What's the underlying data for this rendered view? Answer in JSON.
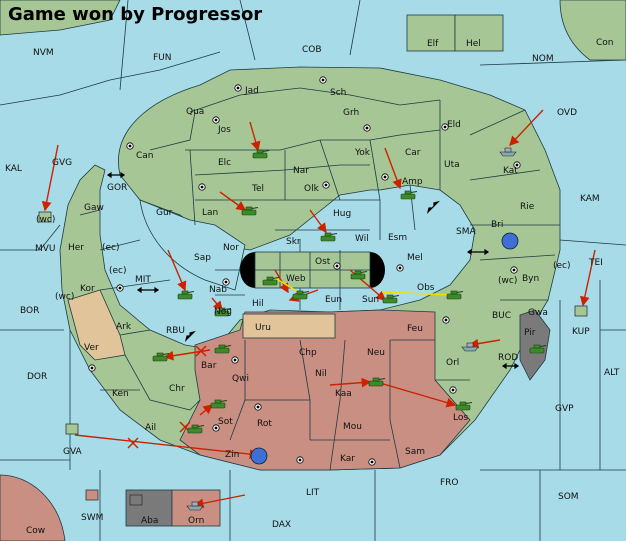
{
  "title": "Game won by Progressor",
  "colors": {
    "sea": "#a7dbe8",
    "land": "#a6c795",
    "owned_red": "#c98f82",
    "neutral_tan": "#e2c49a",
    "impassable": "#7a7a7a",
    "arrow": "#cc2200",
    "support": "#f0e000",
    "unit": "#3d8a2a"
  },
  "territories": {
    "Elf": "Elf",
    "Hel": "Hel",
    "Con": "Con",
    "NVM": "NVM",
    "FUN": "FUN",
    "COB": "COB",
    "NOM": "NOM",
    "Jad": "Jad",
    "Sch": "Sch",
    "Qua": "Qua",
    "Jos": "Jos",
    "Grh": "Grh",
    "Eld": "Eld",
    "OVD": "OVD",
    "Can": "Can",
    "Yok": "Yok",
    "Car": "Car",
    "Elc": "Elc",
    "Nar": "Nar",
    "Uta": "Uta",
    "KAL": "KAL",
    "GVG": "GVG",
    "Kat": "Kat",
    "Tel": "Tel",
    "Olk": "Olk",
    "Amp": "Amp",
    "GOR": "GOR",
    "KAM": "KAM",
    "Gaw": "Gaw",
    "Gur": "Gur",
    "Lan": "Lan",
    "Hug": "Hug",
    "Rie": "Rie",
    "Bri": "Bri",
    "MVU": "MVU",
    "wc": "(wc)",
    "SMA": "SMA",
    "Wil": "Wil",
    "Esm": "Esm",
    "Her": "Her",
    "ec": "(ec)",
    "Nor": "Nor",
    "Skr": "Skr",
    "Sap": "Sap",
    "Ost": "Ost",
    "Mel": "Mel",
    "Web": "Web",
    "TEI": "TEI",
    "Byn": "Byn",
    "Kor": "Kor",
    "MIT": "MIT",
    "Nab": "Nab",
    "Obs": "Obs",
    "Hil": "Hil",
    "Eun": "Eun",
    "Sun": "Sun",
    "Gwa": "Gwa",
    "BOR": "BOR",
    "Nog": "Nog",
    "BUC": "BUC",
    "KUP": "KUP",
    "Ark": "Ark",
    "RBU": "RBU",
    "Uru": "Uru",
    "Feu": "Feu",
    "Pir": "Pir",
    "Ver": "Ver",
    "Chp": "Chp",
    "Neu": "Neu",
    "Orl": "Orl",
    "Bar": "Bar",
    "ROD": "ROD",
    "Qwi": "Qwi",
    "Nil": "Nil",
    "DOR": "DOR",
    "Ken": "Ken",
    "ALT": "ALT",
    "Chr": "Chr",
    "Kaa": "Kaa",
    "GVP": "GVP",
    "Sot": "Sot",
    "Rot": "Rot",
    "Los": "Los",
    "Ail": "Ail",
    "Mou": "Mou",
    "GVA": "GVA",
    "Zin": "Zin",
    "Kar": "Kar",
    "Sam": "Sam",
    "FRO": "FRO",
    "SOM": "SOM",
    "LIT": "LIT",
    "SWM": "SWM",
    "Aba": "Aba",
    "Orn": "Orn",
    "Cow": "Cow",
    "DAX": "DAX"
  }
}
